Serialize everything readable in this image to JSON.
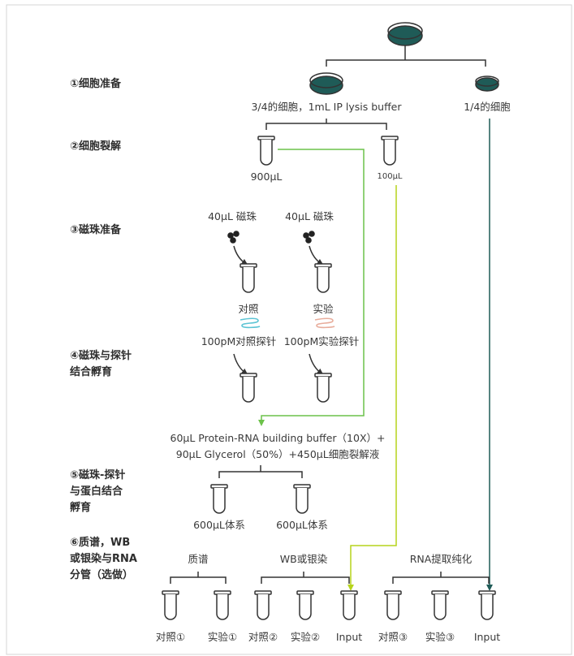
{
  "colors": {
    "teal_dark": "#1f5b57",
    "green_sample": "#6cc24a",
    "lime_sample": "#b6d41b",
    "control_blue": "#5cc4d4",
    "experiment_pink": "#e8ad9c",
    "bead_black": "#222222",
    "line_gray": "#333333",
    "frame_border": "#d4d4d4"
  },
  "steps": [
    {
      "line1": "①细胞准备",
      "line2": "",
      "line3": ""
    },
    {
      "line1": "②细胞裂解",
      "line2": "",
      "line3": ""
    },
    {
      "line1": "③磁珠准备",
      "line2": "",
      "line3": ""
    },
    {
      "line1": "④磁珠与探针",
      "line2": "结合孵育",
      "line3": ""
    },
    {
      "line1": "⑤磁珠-探针",
      "line2": "与蛋白结合",
      "line3": "孵育"
    },
    {
      "line1": "⑥质谱，WB",
      "line2": "或银染与RNA",
      "line3": "分管（选做）"
    }
  ],
  "cells": {
    "large_fraction": "3/4的细胞，1mL IP lysis buffer",
    "small_fraction": "1/4的细胞"
  },
  "lysis": {
    "volume_large": "900μL",
    "volume_small": "100μL"
  },
  "beads": {
    "control_label": "40μL 磁珠",
    "experiment_label": "40μL 磁珠",
    "control_name": "对照",
    "experiment_name": "实验",
    "control_probe": "100pM对照探针",
    "experiment_probe": "100pM实验探针"
  },
  "binding": {
    "buffer_line1": "60μL Protein-RNA building buffer（10X）+",
    "buffer_line2": "90μL Glycerol（50%）+450μL细胞裂解液",
    "control_system": "600μL体系",
    "experiment_system": "600μL体系"
  },
  "analysis": {
    "group_ms": "质谱",
    "group_wb": "WB或银染",
    "group_rna": "RNA提取纯化",
    "tubes": [
      {
        "label": "对照①",
        "color": "#5cc4d4"
      },
      {
        "label": "实验①",
        "color": "#e8ad9c"
      },
      {
        "label": "对照②",
        "color": "#5cc4d4"
      },
      {
        "label": "实验②",
        "color": "#e8ad9c"
      },
      {
        "label": "Input",
        "color": "#b6d41b"
      },
      {
        "label": "对照③",
        "color": "#5cc4d4"
      },
      {
        "label": "实验③",
        "color": "#e8ad9c"
      },
      {
        "label": "Input",
        "color": "#1f5b57"
      }
    ]
  }
}
